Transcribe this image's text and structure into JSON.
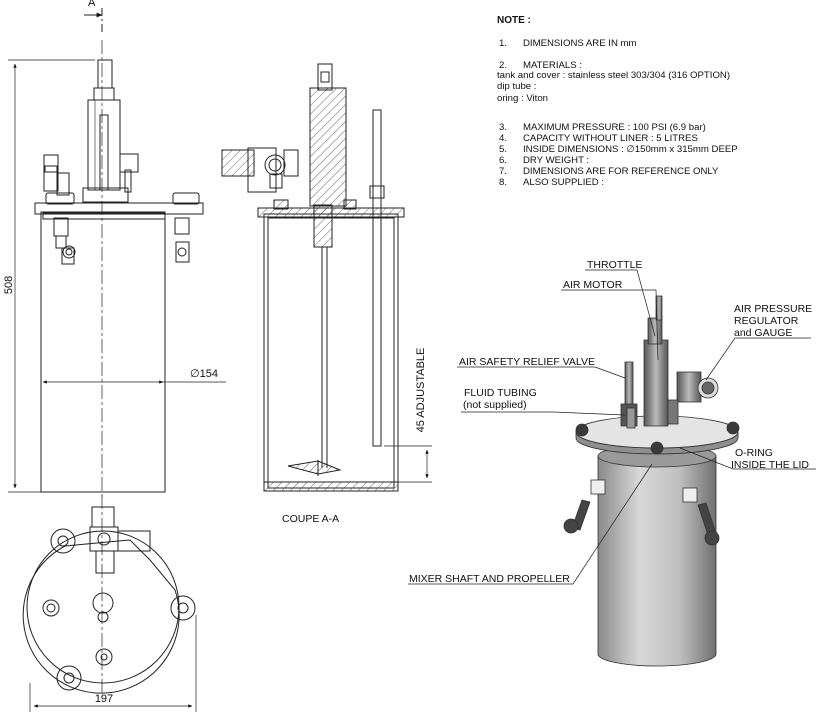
{
  "section_marker": "A",
  "dimensions": {
    "height": "508",
    "diameter": "∅154",
    "adjustable": "45 ADJUSTABLE",
    "width": "197"
  },
  "section_title": "COUPE A-A",
  "notes": {
    "title": "NOTE :",
    "items": [
      {
        "num": "1.",
        "text": "DIMENSIONS ARE IN mm"
      },
      {
        "num": "2.",
        "text": "MATERIALS :"
      },
      {
        "num": "",
        "text": "tank and cover : stainless steel 303/304 (316 OPTION)"
      },
      {
        "num": "",
        "text": "dip tube :"
      },
      {
        "num": "",
        "text": "oring : Viton"
      },
      {
        "num": "3.",
        "text": "MAXIMUM PRESSURE : 100 PSI (6.9 bar)"
      },
      {
        "num": "4.",
        "text": "CAPACITY WITHOUT LINER : 5 LITRES"
      },
      {
        "num": "5.",
        "text": "INSIDE DIMENSIONS : ∅150mm x 315mm DEEP"
      },
      {
        "num": "6.",
        "text": "DRY WEIGHT :"
      },
      {
        "num": "7.",
        "text": "DIMENSIONS ARE FOR REFERENCE ONLY"
      },
      {
        "num": "8.",
        "text": "ALSO SUPPLIED :"
      }
    ]
  },
  "callouts": {
    "throttle": "THROTTLE",
    "air_motor": "AIR MOTOR",
    "regulator_1": "AIR PRESSURE",
    "regulator_2": "REGULATOR",
    "regulator_3": "and GAUGE",
    "relief_valve": "AIR SAFETY RELIEF VALVE",
    "tubing_1": "FLUID TUBING",
    "tubing_2": "(not supplied)",
    "oring_1": "O-RING",
    "oring_2": "INSIDE THE LID",
    "mixer": "MIXER SHAFT AND PROPELLER"
  }
}
